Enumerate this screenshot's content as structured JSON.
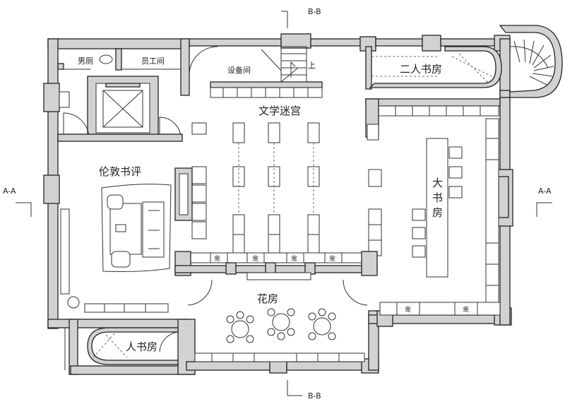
{
  "sections": {
    "bb_top": "B-B",
    "bb_bottom": "B-B",
    "aa_left": "A-A",
    "aa_right": "A-A"
  },
  "rooms": {
    "mens_toilet": "男厕",
    "staff_room": "员工间",
    "equipment_room": "设备间",
    "stair_up": "上",
    "two_person_study": "二人书房",
    "literature_maze": "文学迷宫",
    "london_book_review": "伦敦书评",
    "large_study_line1": "大",
    "large_study_line2": "书",
    "large_study_line3": "房",
    "flower_room": "花房",
    "one_person_study": "人书房"
  },
  "niche_label": "龛",
  "colors": {
    "wall_fill": "#d2d2d2",
    "line": "#333333",
    "background": "#ffffff"
  }
}
